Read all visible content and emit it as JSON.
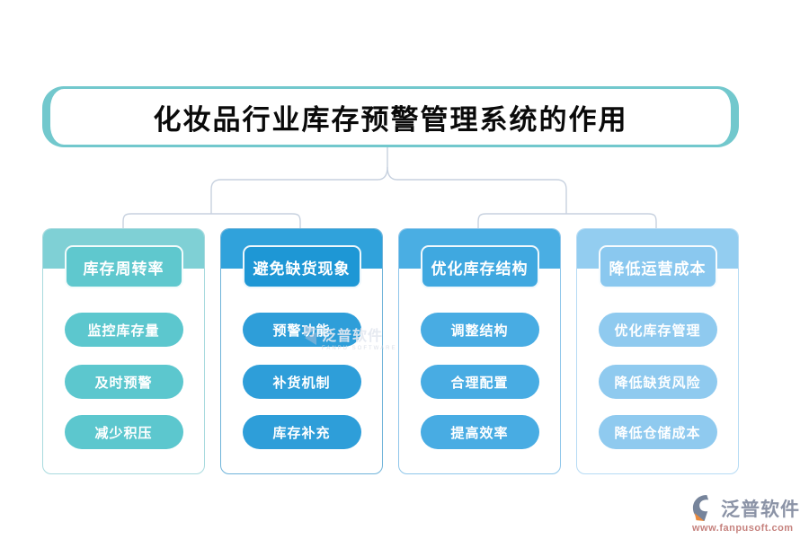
{
  "title": "化妆品行业库存预警管理系统的作用",
  "theme": {
    "background": "#FFFFFF",
    "title_border": "#72C8CD",
    "title_text_color": "#0A0A0A",
    "connector_color": "#C7D1DF"
  },
  "columns": [
    {
      "header": "库存周转率",
      "items": [
        "监控库存量",
        "及时预警",
        "减少积压"
      ],
      "band_color": "#7FD0D5",
      "header_color": "#5FC8CE",
      "pill_color": "#5CC7CE",
      "border_color": "#A8DADE"
    },
    {
      "header": "避免缺货现象",
      "items": [
        "预警功能",
        "补货机制",
        "库存补充"
      ],
      "band_color": "#30A2DB",
      "header_color": "#1E97D5",
      "pill_color": "#2E9ED9",
      "border_color": "#6FB3D9"
    },
    {
      "header": "优化库存结构",
      "items": [
        "调整结构",
        "合理配置",
        "提高效率"
      ],
      "band_color": "#4AAEE3",
      "header_color": "#3FA8E0",
      "pill_color": "#48ACE3",
      "border_color": "#8FC6EA"
    },
    {
      "header": "降低运营成本",
      "items": [
        "优化库存管理",
        "降低缺货风险",
        "降低仓储成本"
      ],
      "band_color": "#93CDF0",
      "header_color": "#8AC8EF",
      "pill_color": "#8FCAEF",
      "border_color": "#B6DBF4"
    }
  ],
  "watermark": {
    "name": "泛普软件",
    "subtext": "FANPU SOFTWARE"
  },
  "footer_logo": {
    "name": "泛普软件",
    "url": "www.fanpusoft.com",
    "name_color": "#8B93A6",
    "url_color": "#C6827E",
    "icon_gray": "#76849B",
    "icon_orange": "#E8893E"
  }
}
